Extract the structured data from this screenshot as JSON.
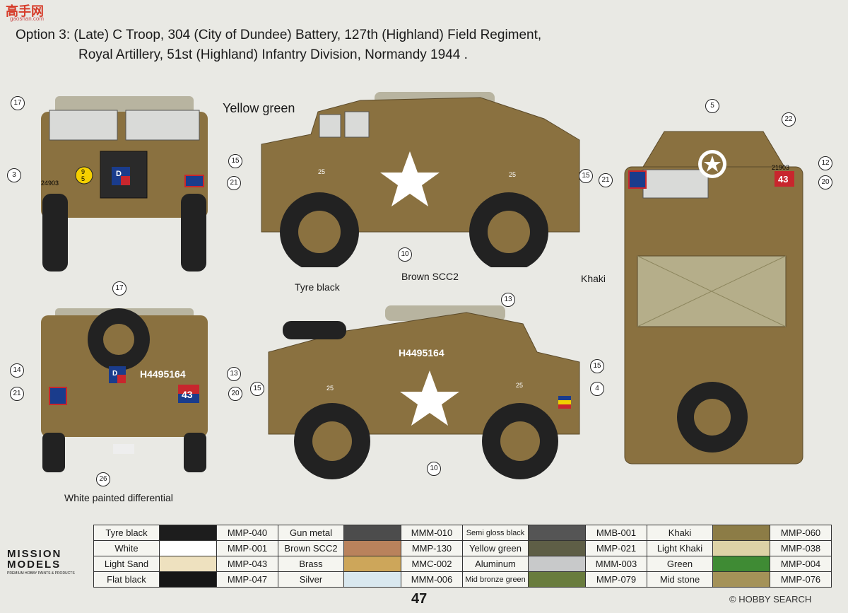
{
  "watermark_top": {
    "text": "高手网",
    "sub": "gaoshan.com"
  },
  "title": {
    "line1": "Option 3: (Late) C Troop, 304 (City of Dundee) Battery, 127th (Highland) Field Regiment,",
    "line2": "Royal Artillery, 51st (Highland) Infantry Division, Normandy 1944 ."
  },
  "labels": {
    "yellow_green": "Yellow green",
    "tyre_black": "Tyre black",
    "brown_scc2": "Brown SCC2",
    "khaki": "Khaki",
    "white_diff": "White painted differential"
  },
  "markings": {
    "serial": "H4495164",
    "n43": "43",
    "n25": "25",
    "front_plate": "24903",
    "rear_plate": "21903",
    "d": "D",
    "front_disc_top": "9",
    "front_disc_bottom": "5"
  },
  "callouts": {
    "c17": "17",
    "c3": "3",
    "c21": "21",
    "c15": "15",
    "c10": "10",
    "c5": "5",
    "c22": "22",
    "c12": "12",
    "c20": "20",
    "c14": "14",
    "c13": "13",
    "c4": "4",
    "c26": "26"
  },
  "legend": [
    [
      {
        "name": "Tyre black",
        "color": "#1d1d1d",
        "code": "MMP-040"
      },
      {
        "name": "Gun metal",
        "color": "#4c4c4c",
        "code": "MMM-010"
      },
      {
        "name": "Semi gloss black",
        "color": "#555555",
        "code": "MMB-001",
        "small": true
      },
      {
        "name": "Khaki",
        "color": "#8c7c46",
        "code": "MMP-060"
      }
    ],
    [
      {
        "name": "White",
        "color": "#ffffff",
        "code": "MMP-001"
      },
      {
        "name": "Brown SCC2",
        "color": "#b9825c",
        "code": "MMP-130"
      },
      {
        "name": "Yellow green",
        "color": "#5e5e46",
        "code": "MMP-021"
      },
      {
        "name": "Light Khaki",
        "color": "#ddd2a6",
        "code": "MMP-038"
      }
    ],
    [
      {
        "name": "Light Sand",
        "color": "#eee1bf",
        "code": "MMP-043"
      },
      {
        "name": "Brass",
        "color": "#cda65a",
        "code": "MMC-002"
      },
      {
        "name": "Aluminum",
        "color": "#c8c9ca",
        "code": "MMM-003"
      },
      {
        "name": "Green",
        "color": "#3f8b34",
        "code": "MMP-004"
      }
    ],
    [
      {
        "name": "Flat black",
        "color": "#161616",
        "code": "MMP-047"
      },
      {
        "name": "Silver",
        "color": "#d9e8ef",
        "code": "MMM-006"
      },
      {
        "name": "Mid bronze green",
        "color": "#697c3d",
        "code": "MMP-079",
        "small": true
      },
      {
        "name": "Mid stone",
        "color": "#a49258",
        "code": "MMP-076"
      }
    ]
  ],
  "brand": {
    "line1": "MISSION",
    "line2": "MODELS",
    "sub": "PREMIUM HOBBY PAINTS & PRODUCTS"
  },
  "page_number": "47",
  "watermark_bottom": "© HOBBY SEARCH"
}
